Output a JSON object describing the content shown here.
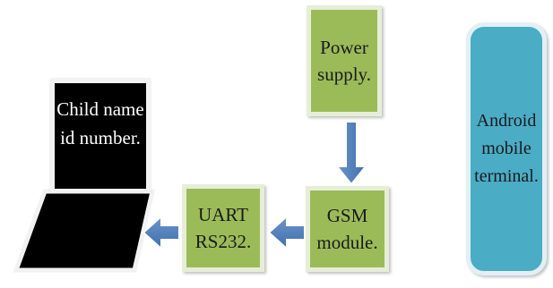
{
  "blocks": {
    "power_supply": "Power\nsupply.",
    "gsm_module": "GSM\nmodule.",
    "uart": "UART\nRS232.",
    "android": "Android\nmobile\nterminal.",
    "laptop_screen": "Child name\nid number."
  },
  "colors": {
    "green_block": "#9bbb59",
    "android_block": "#4bacc6",
    "arrow": "#4f81bd",
    "laptop": "#000000"
  }
}
